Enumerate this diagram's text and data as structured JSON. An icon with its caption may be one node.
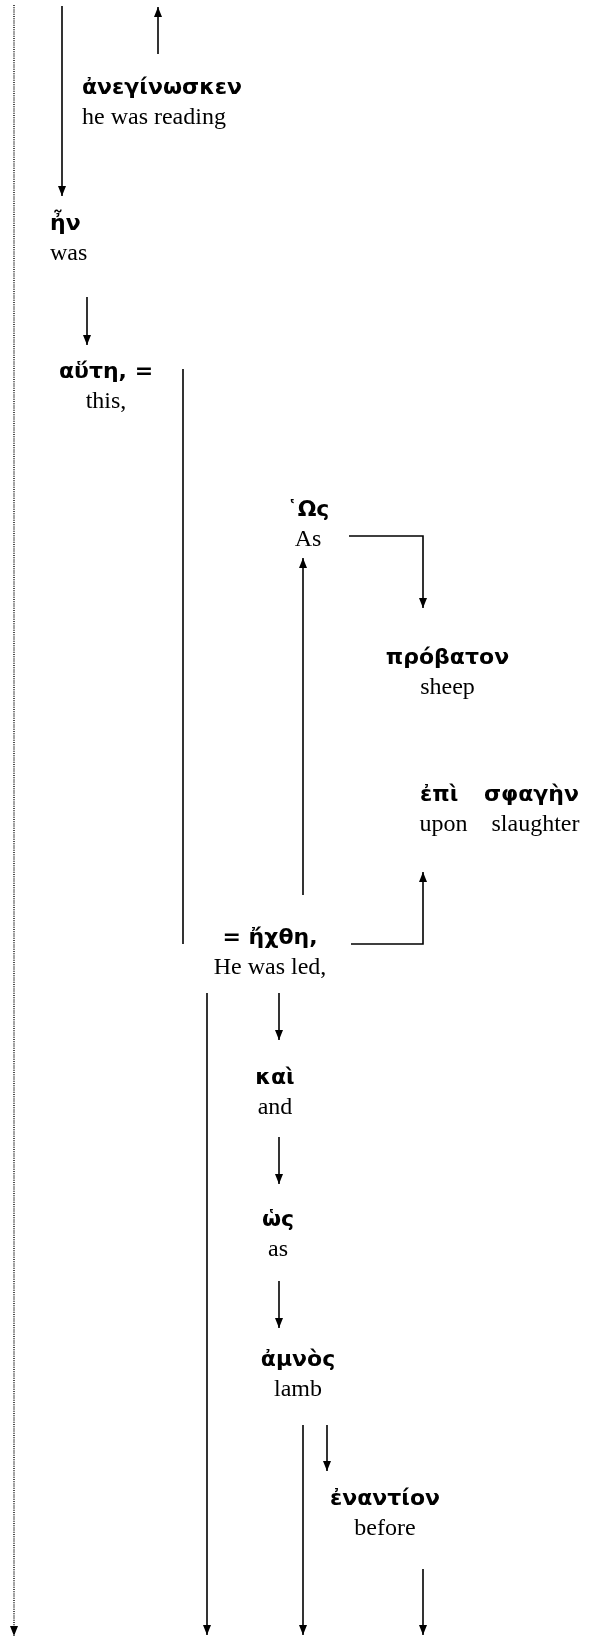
{
  "diagram": {
    "nodes": [
      {
        "text": [
          "ἀνεγίνωσκεν",
          "he was reading"
        ]
      },
      {
        "text": [
          "ἦν",
          "was"
        ]
      },
      {
        "text": [
          "αὕτη, =",
          "this,"
        ]
      },
      {
        "text": [
          "῾Ως",
          "As"
        ]
      },
      {
        "text": [
          "πρόβατον",
          "sheep"
        ]
      },
      {
        "text": [
          "ἐπὶ σφαγὴν",
          "upon slaughter"
        ]
      },
      {
        "text": [
          "= ἤχθη,",
          "He was led,"
        ]
      },
      {
        "text": [
          "καὶ",
          "and"
        ]
      },
      {
        "text": [
          "ὡς",
          "as"
        ]
      },
      {
        "text": [
          "ἀμνὸς",
          "lamb"
        ]
      },
      {
        "text": [
          "ἐναντίον",
          "before"
        ]
      }
    ],
    "edges": [
      {
        "from": 0,
        "to": null,
        "arrow": "to"
      },
      {
        "from": null,
        "to": 1,
        "arrow": "to"
      },
      {
        "from": 1,
        "to": 2,
        "arrow": "to"
      },
      {
        "from": 2,
        "to": 6,
        "arrow": "none"
      },
      {
        "from": 6,
        "to": 3,
        "arrow": "to"
      },
      {
        "from": 3,
        "to": 4,
        "arrow": "to"
      },
      {
        "from": 6,
        "to": 5,
        "arrow": "to"
      },
      {
        "from": 6,
        "to": 7,
        "arrow": "to"
      },
      {
        "from": 7,
        "to": 8,
        "arrow": "to"
      },
      {
        "from": 8,
        "to": 9,
        "arrow": "to"
      },
      {
        "from": 9,
        "to": 10,
        "arrow": "to"
      },
      {
        "from": 6,
        "to": null,
        "arrow": "to"
      },
      {
        "from": 9,
        "to": null,
        "arrow": "to"
      },
      {
        "from": 10,
        "to": null,
        "arrow": "to"
      }
    ]
  }
}
